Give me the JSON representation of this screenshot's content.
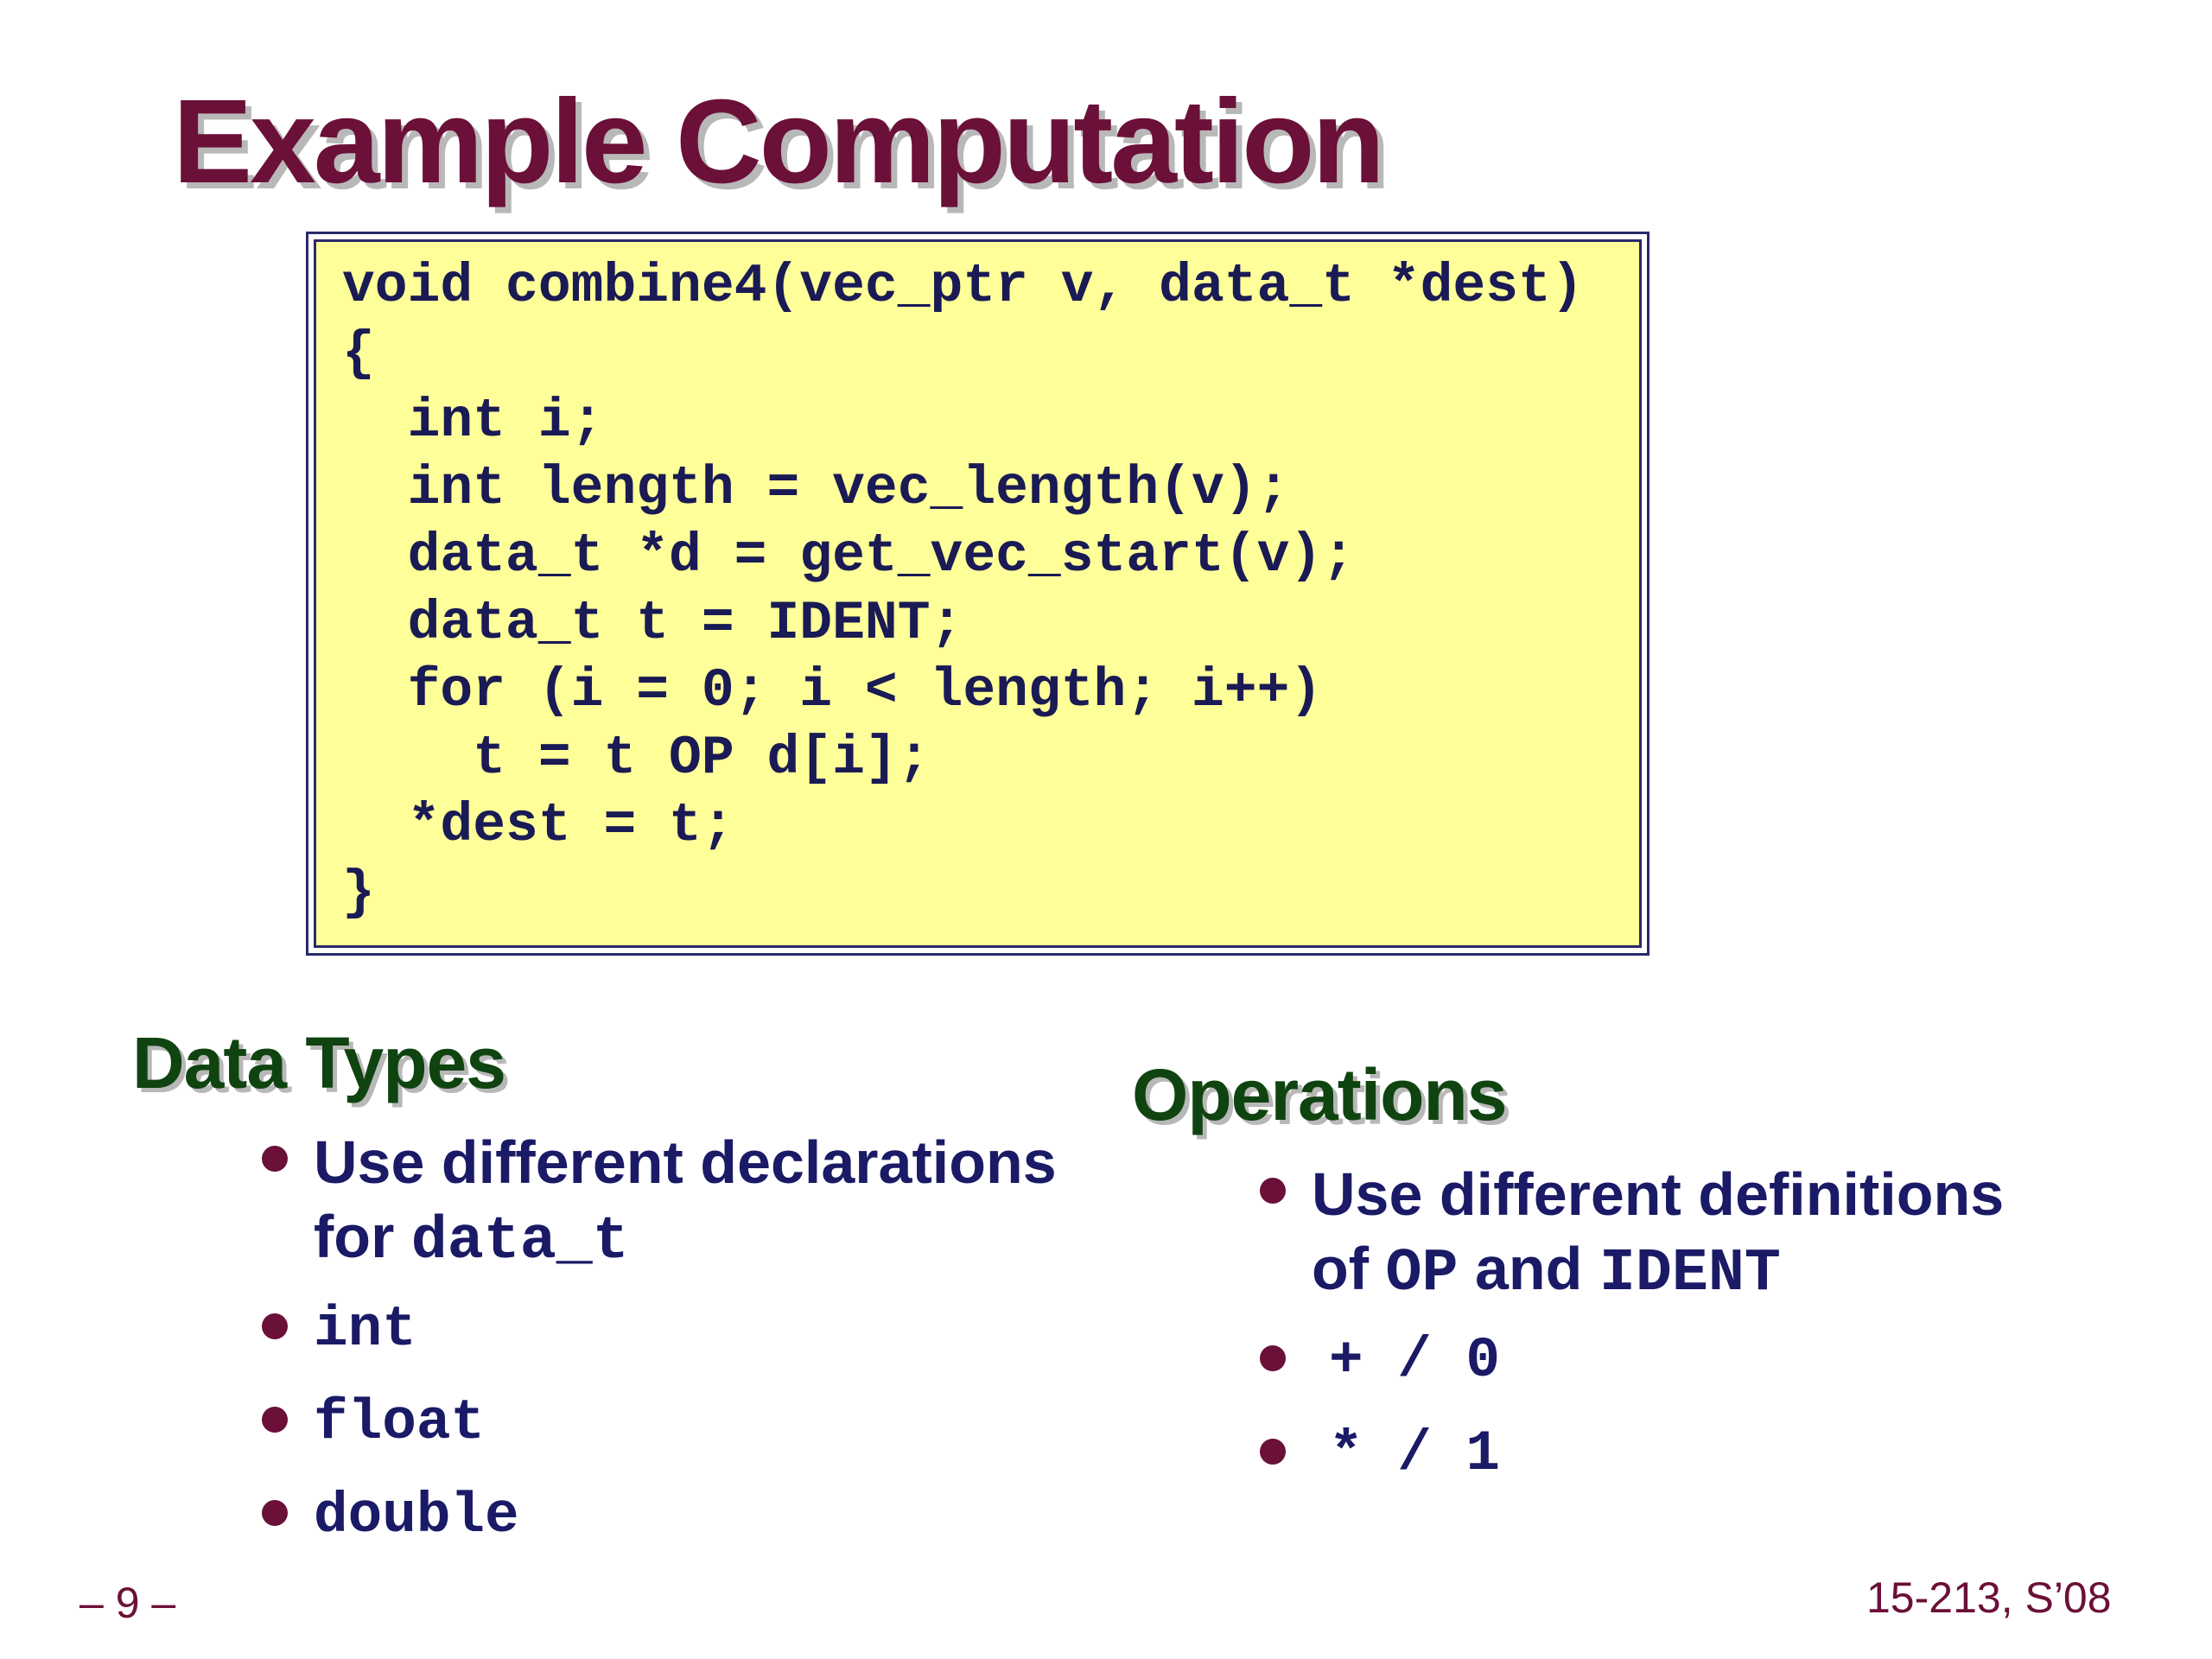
{
  "title": "Example Computation",
  "code": {
    "lines": [
      "void combine4(vec_ptr v, data_t *dest)",
      "{",
      "  int i;",
      "  int length = vec_length(v);",
      "  data_t *d = get_vec_start(v);",
      "  data_t t = IDENT;",
      "  for (i = 0; i < length; i++)",
      "    t = t OP d[i];",
      "  *dest = t;",
      "}"
    ]
  },
  "data_types": {
    "heading": "Data Types",
    "item1_text": "Use different declarations",
    "item1_line2_text": "for ",
    "item1_line2_code": "data_t",
    "items": [
      "int",
      "float",
      "double"
    ]
  },
  "operations": {
    "heading": "Operations",
    "item1_text": "Use different definitions",
    "item1_line2_a": "of ",
    "item1_line2_code1": "OP",
    "item1_line2_b": " and ",
    "item1_line2_code2": "IDENT",
    "items": [
      "+ / 0",
      "* / 1"
    ]
  },
  "footer": {
    "page": "– 9 –",
    "course": "15-213, S’08"
  },
  "colors": {
    "title": "#6b1038",
    "heading": "#0f4410",
    "text": "#1a1a66",
    "code_bg": "#ffff99",
    "bullet": "#6b1038"
  }
}
